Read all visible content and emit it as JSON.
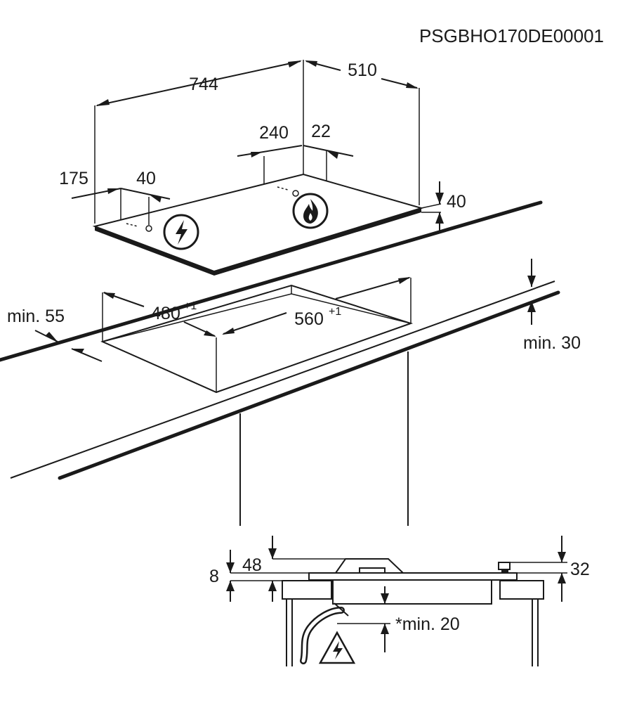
{
  "product_code": "PSGBHO170DE00001",
  "dimensions": {
    "width": "744",
    "depth": "510",
    "burner_offset": "240",
    "burner_edge": "22",
    "left_offset": "175",
    "knob_offset": "40",
    "hob_height": "40",
    "cutout_depth": "480",
    "cutout_depth_tol": "+1",
    "cutout_width": "560",
    "cutout_width_tol": "+1",
    "min_front": "min. 55",
    "min_worktop": "min. 30",
    "section_48": "48",
    "section_8": "8",
    "section_32": "32",
    "section_min20": "*min. 20"
  },
  "icons": {
    "electric": "lightning-icon",
    "gas": "flame-icon",
    "warning": "electric-warning-icon"
  }
}
